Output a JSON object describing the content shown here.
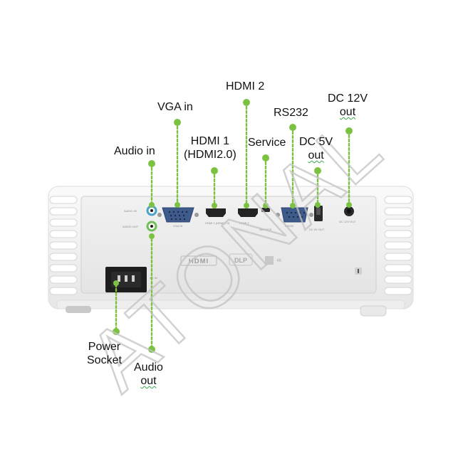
{
  "labels": {
    "vga_in": "VGA in",
    "hdmi_2": "HDMI 2",
    "rs232": "RS232",
    "dc_12v_line1": "DC 12V",
    "dc_12v_line2": "out",
    "audio_in": "Audio in",
    "hdmi_1_line1": "HDMI 1",
    "hdmi_1_line2": "(HDMI2.0)",
    "service": "Service",
    "dc_5v_line1": "DC 5V",
    "dc_5v_line2": "out",
    "power_socket_line1": "Power",
    "power_socket_line2": "Socket",
    "audio_out_line1": "Audio",
    "audio_out_line2": "out"
  },
  "panel_text": {
    "audio_in_port": "AUDIO IN",
    "audio_out_port": "AUDIO OUT",
    "vga_port": "VGA IN",
    "hdmi1_port": "HDMI 1 (HDMI 2.0)",
    "hdmi2_port": "HDMI 2",
    "service_port": "SERVICE",
    "rs232_port": "RS232",
    "dc5v_port": "DC 5V OUT",
    "dc12v_port": "DC 12V OUT",
    "hdmi_logo": "HDMI",
    "dlp_logo": "DLP",
    "k4_logo": "4K",
    "ac_in": "AC IN"
  },
  "watermark": "ATONAL",
  "colors": {
    "leader": "#7cc242",
    "body": "#f4f4f4",
    "panel": "#ececec",
    "port_dark": "#2a2a2a",
    "vga_blue": "#3e5b8c",
    "audio_in_jack": "#4aa3c7",
    "audio_out_jack": "#6fbf5a",
    "watermark": "#bdbdbd"
  }
}
